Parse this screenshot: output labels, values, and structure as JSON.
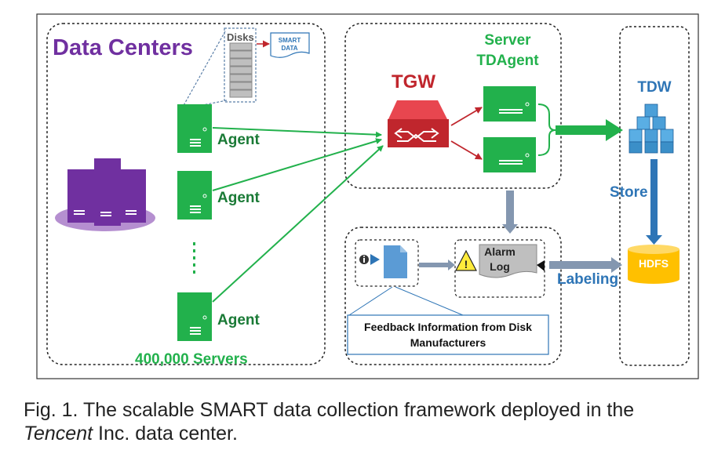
{
  "title": "Data Centers",
  "disks_label": "Disks",
  "smart_data_line1": "SMART",
  "smart_data_line2": "DATA",
  "agent_label": "Agent",
  "servers_label": "400,000 Servers",
  "tgw_label": "TGW",
  "server_tdagent_line1": "Server",
  "server_tdagent_line2": "TDAgent",
  "tdw_label": "TDW",
  "store_label": "Store",
  "hdfs_label": "HDFS",
  "labeling_label": "Labeling",
  "alarm_log_line1": "Alarm",
  "alarm_log_line2": "Log",
  "feedback_line1": "Feedback Information from Disk",
  "feedback_line2": "Manufacturers",
  "caption": {
    "prefix": "Fig. 1. The scalable SMART data collection framework deployed in the",
    "company": "Tencent",
    "suffix": " Inc. data center."
  },
  "colors": {
    "purple": "#7030a0",
    "green": "#22b14c",
    "dark_green": "#1a7a36",
    "red": "#c0262d",
    "blue": "#2e75b6",
    "steel": "#8497b0",
    "gold": "#ffc000"
  }
}
